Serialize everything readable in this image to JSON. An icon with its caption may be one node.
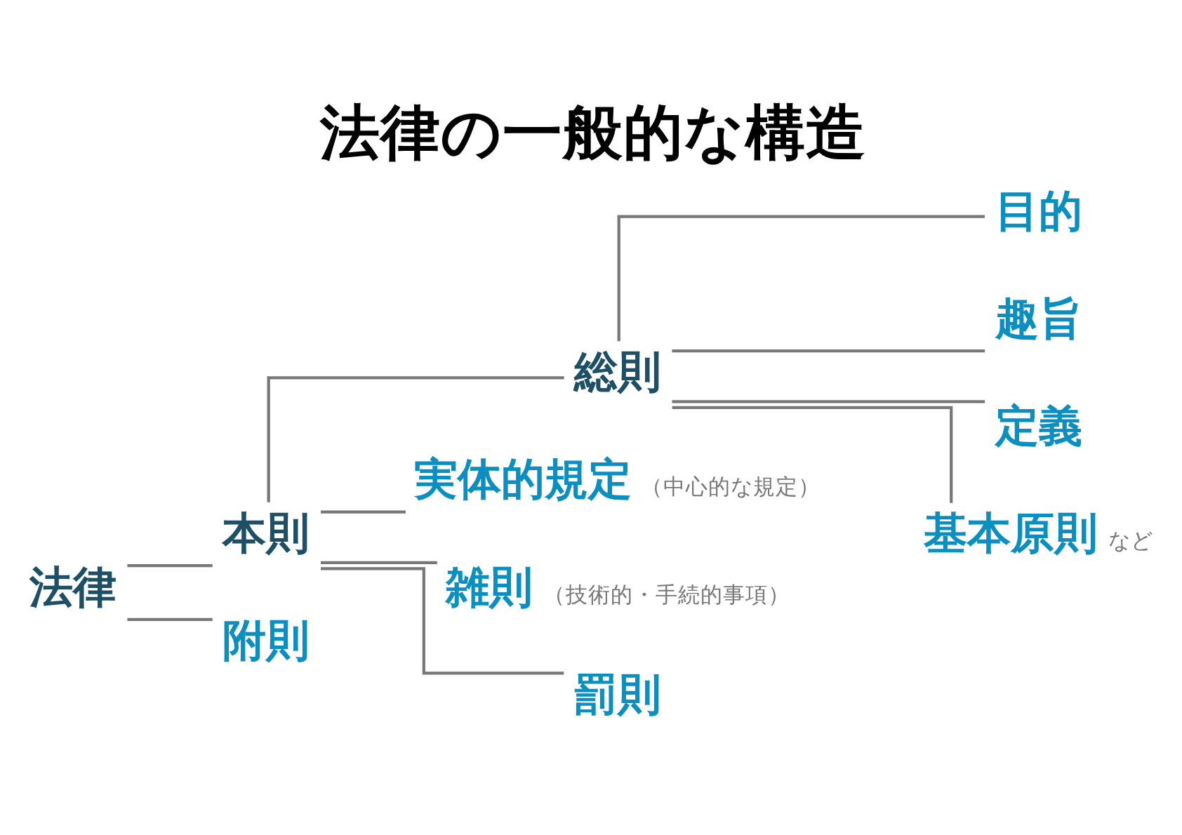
{
  "diagram": {
    "title": "法律の一般的な構造",
    "nodes": [
      {
        "text": [
          "法律"
        ]
      },
      {
        "text": [
          "本則"
        ]
      },
      {
        "text": [
          "総則"
        ]
      },
      {
        "text": [
          "目的"
        ]
      },
      {
        "text": [
          "趣旨"
        ]
      },
      {
        "text": [
          "定義"
        ]
      },
      {
        "text": [
          "基本原則"
        ],
        "beside": [
          "など"
        ]
      },
      {
        "text": [
          "実体的規定"
        ],
        "beside": [
          "（中心的な規定）"
        ]
      },
      {
        "text": [
          "雑則"
        ],
        "beside": [
          "（技術的・手続的事項）"
        ]
      },
      {
        "text": [
          "罰則"
        ]
      },
      {
        "text": [
          "附則"
        ]
      }
    ],
    "edges": [
      {
        "from": 0,
        "to": 1,
        "arrow": "none"
      },
      {
        "from": 0,
        "to": 10,
        "arrow": "none"
      },
      {
        "from": 1,
        "to": 2,
        "arrow": "none"
      },
      {
        "from": 1,
        "to": 7,
        "arrow": "none"
      },
      {
        "from": 1,
        "to": 8,
        "arrow": "none"
      },
      {
        "from": 1,
        "to": 9,
        "arrow": "none"
      },
      {
        "from": 2,
        "to": 3,
        "arrow": "none"
      },
      {
        "from": 2,
        "to": 4,
        "arrow": "none"
      },
      {
        "from": 2,
        "to": 5,
        "arrow": "none"
      },
      {
        "from": 2,
        "to": 6,
        "arrow": "none"
      }
    ]
  }
}
